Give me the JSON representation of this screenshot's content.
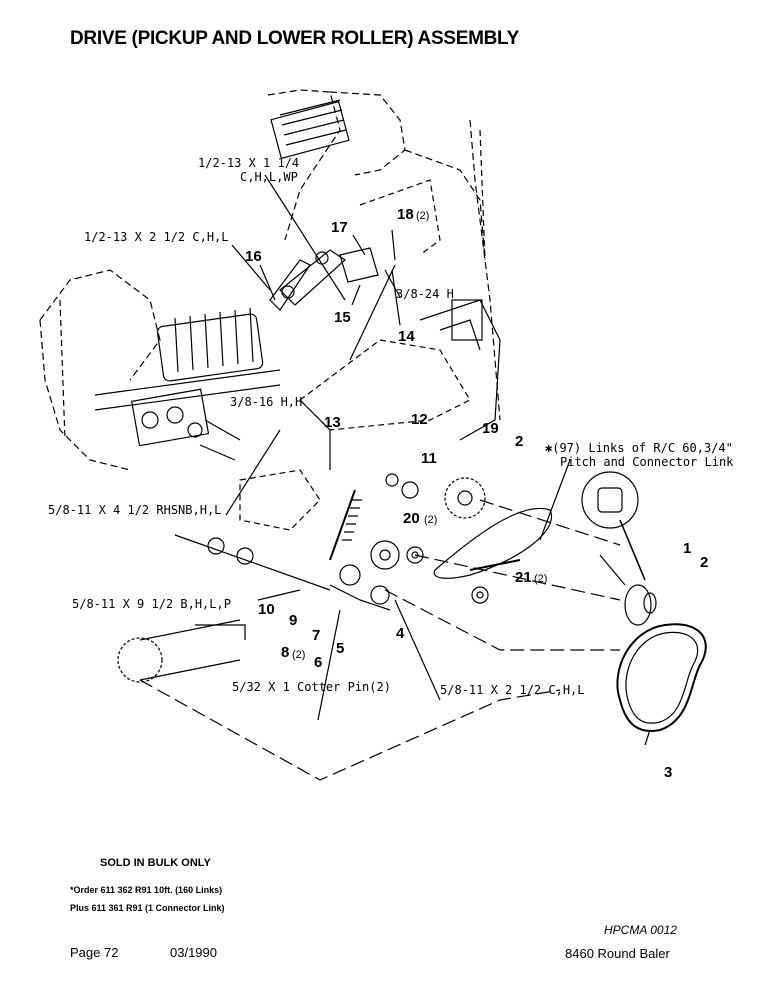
{
  "title": "DRIVE (PICKUP AND LOWER ROLLER) ASSEMBLY",
  "callouts": {
    "c1": "1/2-13 X 1 1/4",
    "c1b": "C,H,L,WP",
    "c2": "1/2-13 X 2 1/2 C,H,L",
    "c3": "3/8-24 H",
    "c4": "3/8-16 H,H",
    "c5": "5/8-11 X 4 1/2 RHSNB,H,L",
    "c6": "5/8-11 X 9 1/2 B,H,L,P",
    "c7": "5/32 X 1 Cotter Pin(2)",
    "c8": "5/8-11 X 2 1/2 C,H,L",
    "c9": "✱(97) Links of R/C 60,3/4\"",
    "c9b": "Pitch and Connector Link"
  },
  "parts": {
    "p1": "1",
    "p2a": "2",
    "p2b": "2",
    "p3": "3",
    "p4": "4",
    "p5": "5",
    "p6": "6",
    "p7": "7",
    "p8": "8",
    "p8q": "(2)",
    "p9": "9",
    "p10": "10",
    "p11": "11",
    "p12": "12",
    "p13": "13",
    "p14": "14",
    "p15": "15",
    "p16": "16",
    "p17": "17",
    "p18": "18",
    "p18q": "(2)",
    "p19": "19",
    "p20": "20",
    "p20q": "(2)",
    "p21": "21",
    "p21q": "(2)"
  },
  "notes": {
    "bulk": "SOLD IN BULK ONLY",
    "order": "*Order 611 362 R91 10ft. (160 Links)",
    "plus": "Plus 611 361 R91 (1 Connector Link)"
  },
  "footer": {
    "page": "Page 72",
    "date": "03/1990",
    "code": "HPCMA 0012",
    "model": "8460 Round Baler"
  }
}
